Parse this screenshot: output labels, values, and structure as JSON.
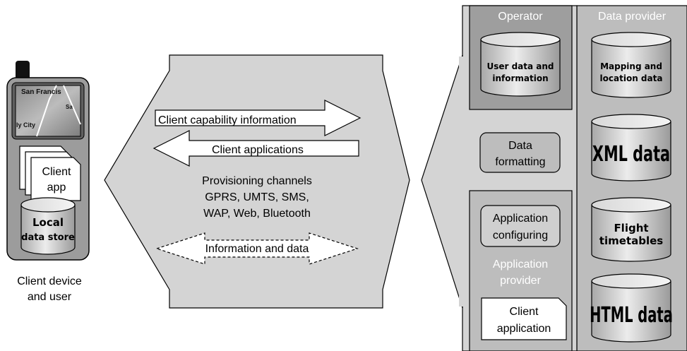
{
  "client": {
    "phone_screen": {
      "place1": "San Francis",
      "place2": "ly City",
      "place3": "Sa"
    },
    "client_app": {
      "line1": "Client",
      "line2": "app"
    },
    "local_store": {
      "line1": "Local",
      "line2": "data store"
    },
    "caption": {
      "line1": "Client device",
      "line2": "and user"
    }
  },
  "channels": {
    "arrow_right": "Client capability information",
    "arrow_left": "Client applications",
    "heading": "Provisioning channels",
    "line2": "GPRS, UMTS, SMS,",
    "line3": "WAP, Web, Bluetooth",
    "dashed_arrow": "Information and data"
  },
  "operator": {
    "title": "Operator",
    "db": {
      "line1": "User data and",
      "line2": "information"
    }
  },
  "data_formatting": {
    "line1": "Data",
    "line2": "formatting"
  },
  "application_provider": {
    "config": {
      "line1": "Application",
      "line2": "configuring"
    },
    "title": {
      "line1": "Application",
      "line2": "provider"
    },
    "client_app": {
      "line1": "Client",
      "line2": "application"
    }
  },
  "data_provider": {
    "title": "Data provider",
    "db_mapping": {
      "line1": "Mapping and",
      "line2": "location data"
    },
    "db_xml": "XML data",
    "db_flight": {
      "line1": "Flight",
      "line2": "timetables"
    },
    "db_html": "HTML data"
  },
  "colors": {
    "panel": "#d4d4d4",
    "operator_panel": "#9e9e9e",
    "box_gray": "#bdbdbd",
    "cyl_light": "#e2e2e2",
    "cyl_dark": "#a8a8a8",
    "title_text": "#ffffff",
    "outline": "#000000"
  }
}
